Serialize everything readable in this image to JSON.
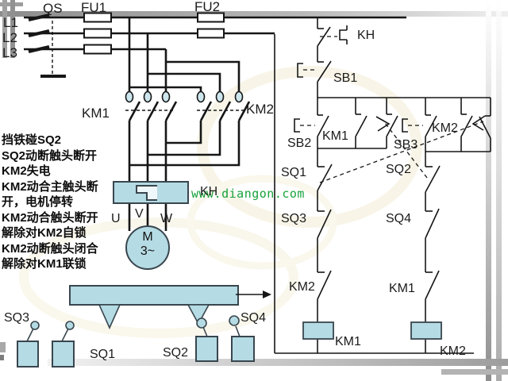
{
  "colors": {
    "component_fill": "#b5dbe4",
    "line": "#161616",
    "watermark_green": "#17a23b",
    "decor_gray": "#9a9a9a"
  },
  "power": {
    "phase_labels": [
      "L1",
      "L2",
      "L3"
    ],
    "switch_label": "QS",
    "main_fuse_label": "FU1",
    "control_fuse_label": "FU2"
  },
  "main_circuit": {
    "km1_label": "KM1",
    "km2_label": "KM2",
    "overload_label": "KH",
    "terminal_labels": [
      "U",
      "V",
      "W"
    ],
    "motor_line1": "M",
    "motor_line2": "3~"
  },
  "control_circuit": {
    "overload_contact_label": "KH",
    "stop_button_label": "SB1",
    "forward_button_label": "SB2",
    "reverse_button_label": "SB3",
    "km1_aux_label": "KM1",
    "km2_aux_label": "KM2",
    "sq1_contact_label": "SQ1",
    "sq2_contact_label": "SQ2",
    "sq3_contact_label": "SQ3",
    "sq4_contact_label": "SQ4",
    "km2_interlock_label": "KM2",
    "km1_interlock_label": "KM1",
    "km1_coil_label": "KM1",
    "km2_coil_label": "KM2"
  },
  "mechanism": {
    "sq3_label": "SQ3",
    "sq1_label": "SQ1",
    "sq2_label": "SQ2",
    "sq4_label": "SQ4"
  },
  "annotation": {
    "lines": [
      "挡铁碰SQ2",
      "SQ2动断触头断开",
      "KM2失电",
      "KM2动合主触头断",
      "开，电机停转",
      "KM2动合触头断开",
      "解除对KM2自锁",
      "KM2动断触头闭合",
      "解除对KM1联锁"
    ]
  },
  "watermark": {
    "url_text": "www.diangon.com"
  }
}
